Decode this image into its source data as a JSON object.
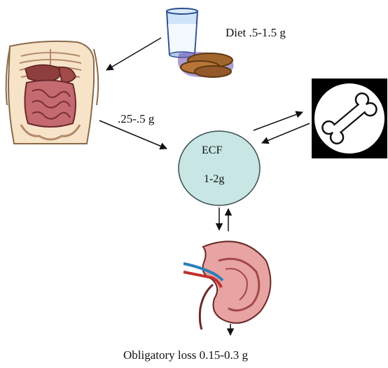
{
  "labels": {
    "diet": "Diet .5-1.5 g",
    "absorption": ".25-.5 g",
    "ecf": "ECF",
    "ecf_amount": "1-2g",
    "obligatory_loss": "Obligatory loss 0.15-0.3 g"
  },
  "illustrations": {
    "torso": "torso-with-intestines-illustration",
    "food": "milk-glass-and-bread-illustration",
    "bone": "bone-illustration",
    "kidney": "kidney-illustration"
  },
  "colors": {
    "ecf_fill": "#c7e6e4",
    "ecf_stroke": "#3a4a50",
    "intestine": "#b8565f",
    "kidney": "#e8a3a3",
    "bone_bg": "#000000"
  }
}
